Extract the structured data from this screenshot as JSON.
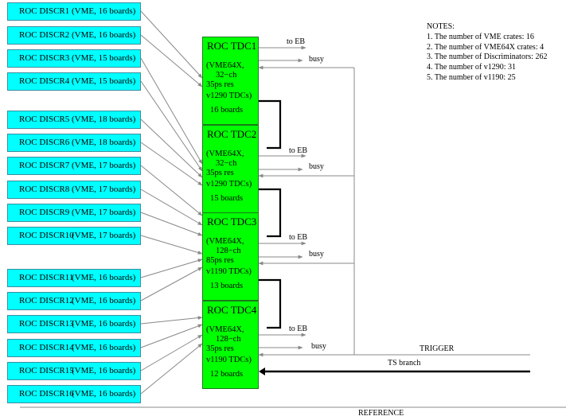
{
  "discriminators": [
    {
      "name": "ROC DISCR1",
      "boards": "(VME, 16 boards)"
    },
    {
      "name": "ROC DISCR2",
      "boards": "(VME, 16 boards)"
    },
    {
      "name": "ROC DISCR3",
      "boards": "(VME, 15 boards)"
    },
    {
      "name": "ROC DISCR4",
      "boards": "(VME, 15 boards)"
    },
    {
      "name": "ROC DISCR5",
      "boards": "(VME, 18 boards)"
    },
    {
      "name": "ROC DISCR6",
      "boards": "(VME, 18 boards)"
    },
    {
      "name": "ROC DISCR7",
      "boards": "(VME, 17 boards)"
    },
    {
      "name": "ROC DISCR8",
      "boards": "(VME, 17 boards)"
    },
    {
      "name": "ROC DISCR9",
      "boards": "(VME, 17 boards)"
    },
    {
      "name": "ROC DISCR10",
      "boards": "(VME, 17 boards)"
    },
    {
      "name": "ROC DISCR11",
      "boards": "(VME, 16 boards)"
    },
    {
      "name": "ROC DISCR12",
      "boards": "(VME, 16 boards)"
    },
    {
      "name": "ROC DISCR13",
      "boards": "(VME, 16 boards)"
    },
    {
      "name": "ROC DISCR14",
      "boards": "(VME, 16 boards)"
    },
    {
      "name": "ROC DISCR15",
      "boards": "(VME, 16 boards)"
    },
    {
      "name": "ROC DISCR16",
      "boards": "(VME, 16 boards)"
    }
  ],
  "tdcs": [
    {
      "title": "ROC TDC1",
      "line1": "(VME64X,",
      "line2": "32−ch",
      "line3": "35ps res",
      "line4": "v1290 TDCs)",
      "boards": "16 boards"
    },
    {
      "title": "ROC TDC2",
      "line1": "(VME64X,",
      "line2": "32−ch",
      "line3": "35ps res",
      "line4": "v1290 TDCs)",
      "boards": "15 boards"
    },
    {
      "title": "ROC TDC3",
      "line1": "(VME64X,",
      "line2": "128−ch",
      "line3": "85ps res",
      "line4": "v1190 TDCs)",
      "boards": "13 boards"
    },
    {
      "title": "ROC TDC4",
      "line1": "(VME64X,",
      "line2": "128−ch",
      "line3": "35ps res",
      "line4": "v1190 TDCs)",
      "boards": "12 boards"
    }
  ],
  "signals": {
    "to_eb": "to EB",
    "busy": "busy",
    "trigger": "TRIGGER",
    "ts_branch": "TS branch",
    "reference": "REFERENCE"
  },
  "notes": {
    "header": "NOTES:",
    "items": [
      "1. The number of VME crates: 16",
      "2. The number of VME64X crates: 4",
      "3. The number of Discriminators: 262",
      "4. The number of v1290: 31",
      "5. The number of v1190: 25"
    ]
  }
}
